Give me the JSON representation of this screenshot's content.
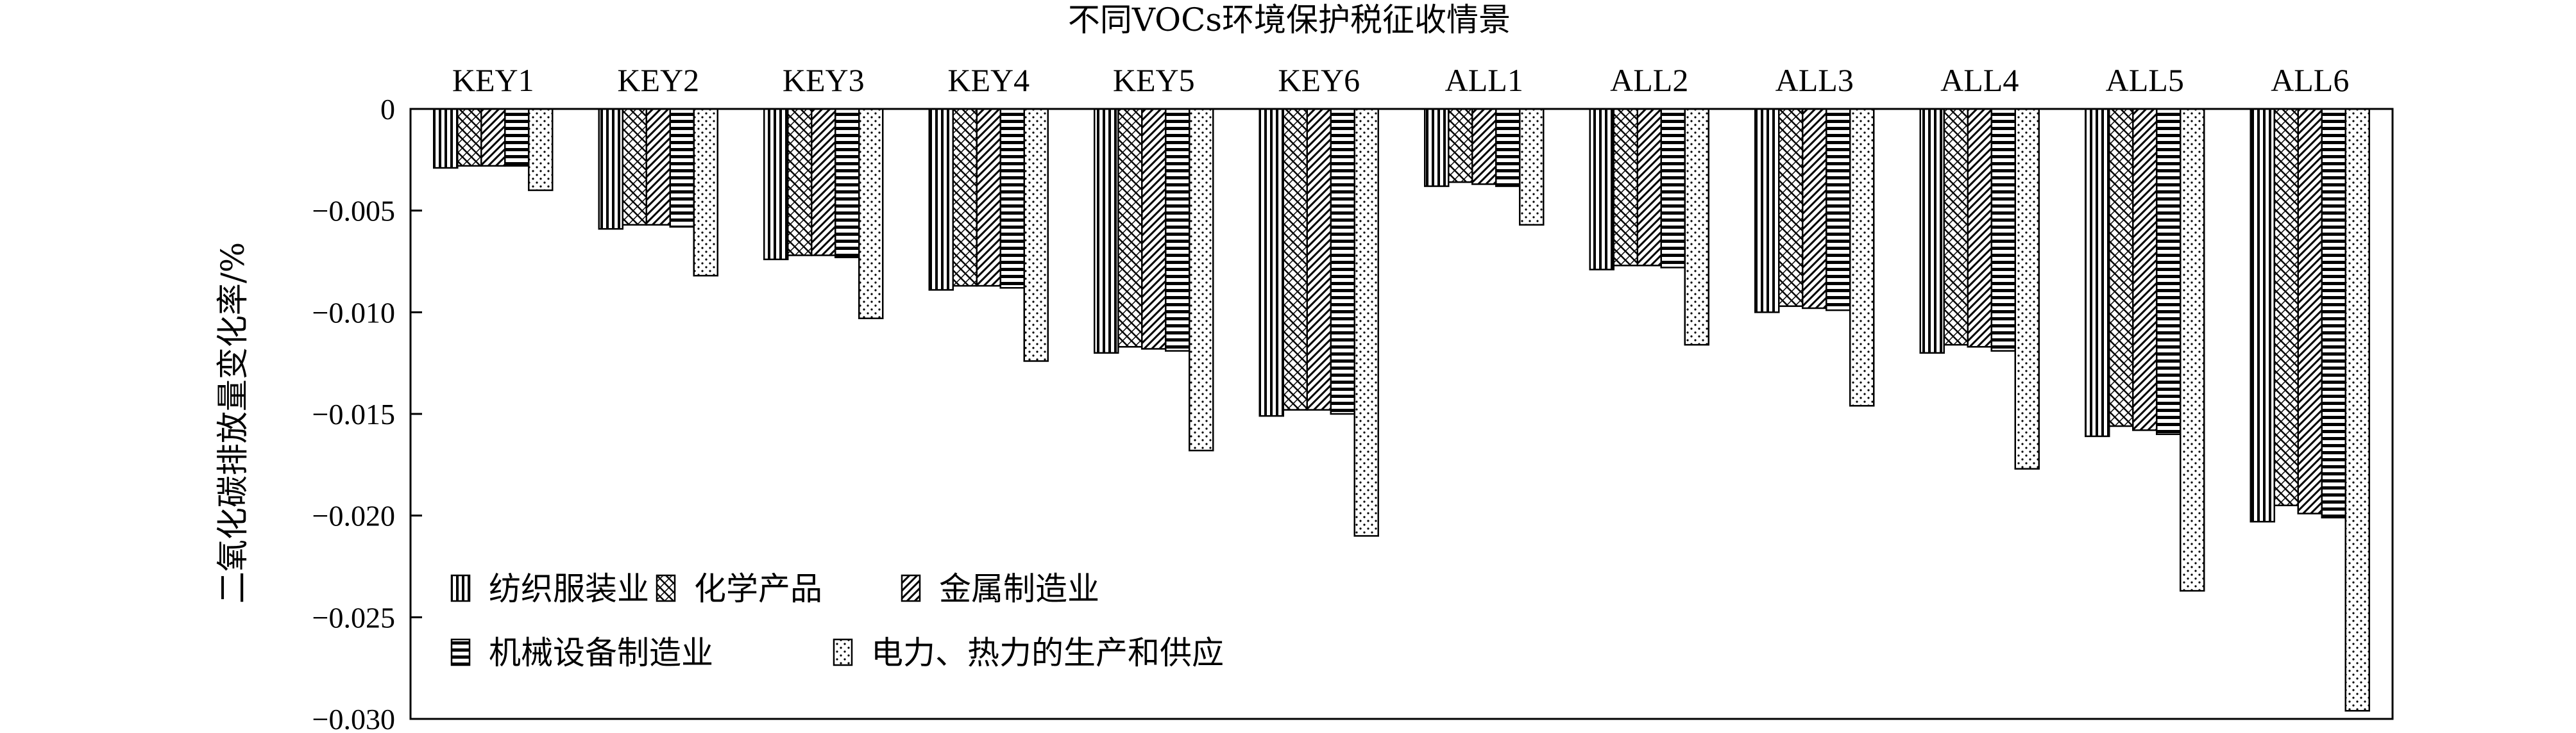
{
  "chart_data": {
    "type": "bar",
    "title": "不同VOCs环境保护税征收情景",
    "xlabel": "",
    "ylabel": "二氧化碳排放量变化率/%",
    "categories": [
      "KEY1",
      "KEY2",
      "KEY3",
      "KEY4",
      "KEY5",
      "KEY6",
      "ALL1",
      "ALL2",
      "ALL3",
      "ALL4",
      "ALL5",
      "ALL6"
    ],
    "ylim": [
      -0.03,
      0
    ],
    "yticks": [
      0,
      -0.005,
      -0.01,
      -0.015,
      -0.02,
      -0.025,
      -0.03
    ],
    "ytick_labels": [
      "0",
      "-0.005",
      "-0.010",
      "-0.015",
      "-0.020",
      "-0.025",
      "-0.030"
    ],
    "x_axis_position": "top",
    "grid": false,
    "legend_position": "bottom-left",
    "series": [
      {
        "name": "纺织服装业",
        "pattern": "vertical-lines",
        "values": [
          -0.0029,
          -0.0059,
          -0.0074,
          -0.0089,
          -0.012,
          -0.0151,
          -0.0038,
          -0.0079,
          -0.01,
          -0.012,
          -0.0161,
          -0.0203
        ]
      },
      {
        "name": "化学产品",
        "pattern": "cross-hatch",
        "values": [
          -0.0028,
          -0.0057,
          -0.0072,
          -0.0087,
          -0.0117,
          -0.0148,
          -0.0036,
          -0.0077,
          -0.0097,
          -0.0116,
          -0.0156,
          -0.0195
        ]
      },
      {
        "name": "金属制造业",
        "pattern": "diagonal",
        "values": [
          -0.0028,
          -0.0057,
          -0.0072,
          -0.0087,
          -0.0118,
          -0.0148,
          -0.0037,
          -0.0077,
          -0.0098,
          -0.0117,
          -0.0158,
          -0.0199
        ]
      },
      {
        "name": "机械设备制造业",
        "pattern": "horizontal-lines",
        "values": [
          -0.0028,
          -0.0058,
          -0.0073,
          -0.0088,
          -0.0119,
          -0.015,
          -0.0038,
          -0.0078,
          -0.0099,
          -0.0119,
          -0.016,
          -0.0201
        ]
      },
      {
        "name": "电力、热力的生产和供应",
        "pattern": "dots",
        "values": [
          -0.004,
          -0.0082,
          -0.0103,
          -0.0124,
          -0.0168,
          -0.021,
          -0.0057,
          -0.0116,
          -0.0146,
          -0.0177,
          -0.0237,
          -0.0296
        ]
      }
    ]
  },
  "colors": {
    "ink": "#000000",
    "fill": "#ffffff"
  }
}
